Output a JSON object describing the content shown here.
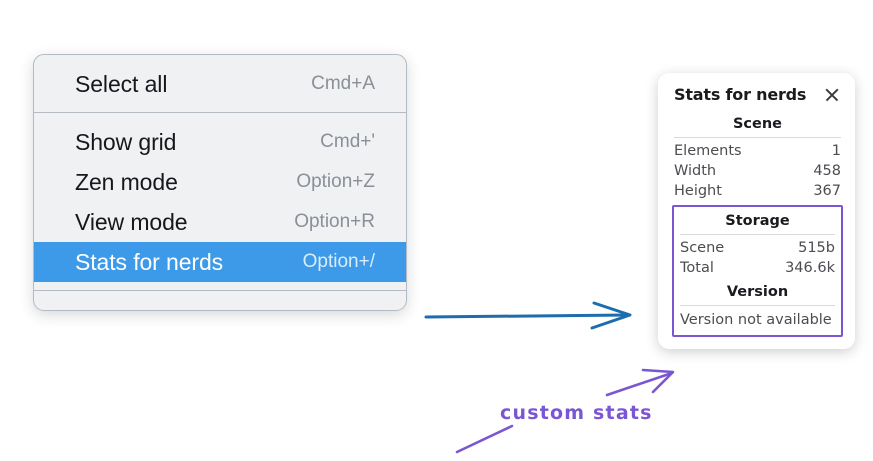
{
  "context_menu": {
    "sections": [
      {
        "items": [
          {
            "label": "Select all",
            "shortcut": "Cmd+A",
            "selected": false
          }
        ]
      },
      {
        "items": [
          {
            "label": "Show grid",
            "shortcut": "Cmd+'",
            "selected": false
          },
          {
            "label": "Zen mode",
            "shortcut": "Option+Z",
            "selected": false
          },
          {
            "label": "View mode",
            "shortcut": "Option+R",
            "selected": false
          },
          {
            "label": "Stats for nerds",
            "shortcut": "Option+/",
            "selected": true
          }
        ]
      }
    ],
    "highlight_color": "#3d9ae8",
    "background_color": "#f0f1f3"
  },
  "stats_panel": {
    "title": "Stats for nerds",
    "close_icon": "close-icon",
    "sections": [
      {
        "name": "scene",
        "title": "Scene",
        "boxed": false,
        "rows": [
          {
            "key": "Elements",
            "value": "1"
          },
          {
            "key": "Width",
            "value": "458"
          },
          {
            "key": "Height",
            "value": "367"
          }
        ]
      },
      {
        "name": "storage",
        "title": "Storage",
        "boxed": true,
        "rows": [
          {
            "key": "Scene",
            "value": "515b"
          },
          {
            "key": "Total",
            "value": "346.6k"
          }
        ]
      },
      {
        "name": "version",
        "title": "Version",
        "boxed": true,
        "note": "Version not available"
      }
    ],
    "box_color": "#7b56d3"
  },
  "annotations": {
    "blue_arrow_color": "#1f6cad",
    "purple_color": "#7b56d3",
    "handwriting": "custom stats"
  }
}
